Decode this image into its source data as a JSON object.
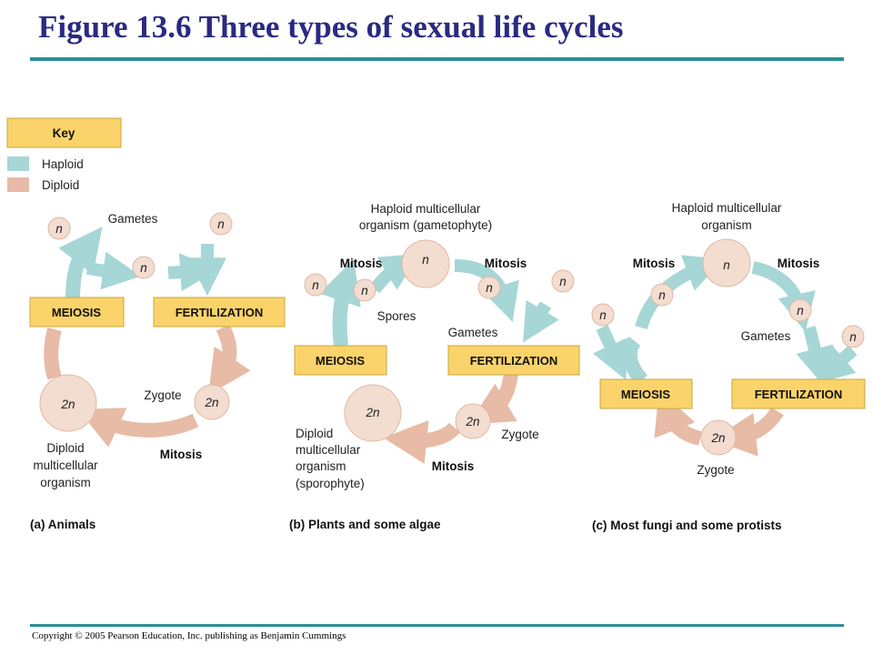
{
  "title": "Figure 13.6 Three types of sexual life cycles",
  "copyright": "Copyright © 2005 Pearson Education, Inc. publishing as Benjamin Cummings",
  "colors": {
    "title": "#2a2a82",
    "rule": "#2a8f97",
    "haploid": "#a6d6d6",
    "diploid": "#e7bba6",
    "box": "#fad46a",
    "nucleus": "#f3dcd0"
  },
  "key": {
    "title": "Key",
    "haploid": "Haploid",
    "diploid": "Diploid"
  },
  "symbols": {
    "haploid": "n",
    "diploid": "2n"
  },
  "animals": {
    "caption": "(a) Animals",
    "gametes": "Gametes",
    "meiosis": "MEIOSIS",
    "fertilization": "FERTILIZATION",
    "zygote": "Zygote",
    "mitosis": "Mitosis",
    "organism": [
      "Diploid",
      "multicellular",
      "organism"
    ]
  },
  "plants": {
    "caption": "(b) Plants and some algae",
    "gametophyte": [
      "Haploid multicellular",
      "organism (gametophyte)"
    ],
    "mitosis_left": "Mitosis",
    "mitosis_right": "Mitosis",
    "spores": "Spores",
    "gametes": "Gametes",
    "meiosis": "MEIOSIS",
    "fertilization": "FERTILIZATION",
    "sporophyte": [
      "Diploid",
      "multicellular",
      "organism",
      "(sporophyte)"
    ],
    "mitosis_bottom": "Mitosis",
    "zygote": "Zygote"
  },
  "fungi": {
    "caption": "(c) Most fungi and some protists",
    "organism": [
      "Haploid multicellular",
      "organism"
    ],
    "mitosis_left": "Mitosis",
    "mitosis_right": "Mitosis",
    "gametes": "Gametes",
    "meiosis": "MEIOSIS",
    "fertilization": "FERTILIZATION",
    "zygote": "Zygote"
  }
}
